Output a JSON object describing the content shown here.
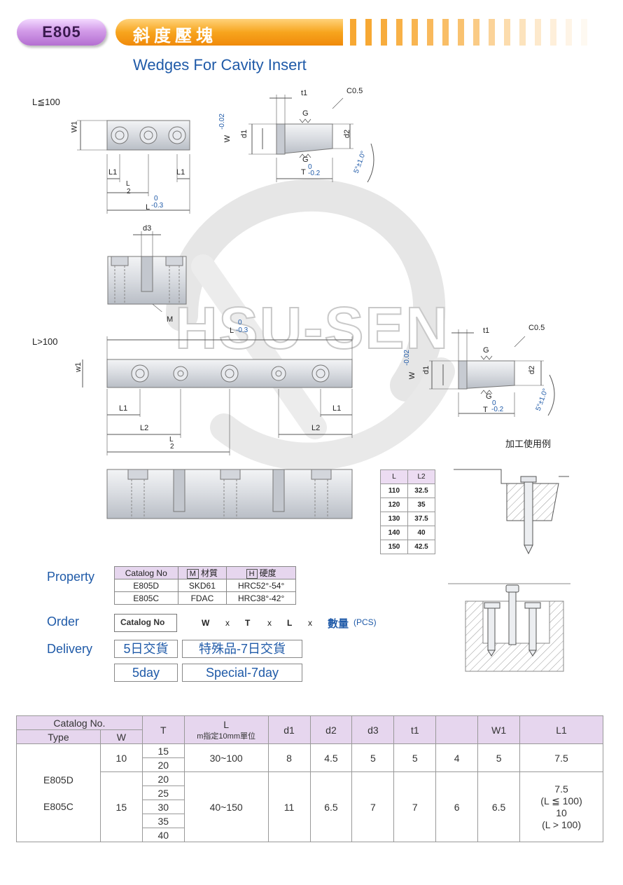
{
  "header": {
    "code": "E805",
    "title_zh": "斜度壓塊",
    "title_en": "Wedges For Cavity Insert"
  },
  "drawing": {
    "cond_short": "L≦100",
    "cond_long": "L>100",
    "labels": {
      "W1": "W1",
      "w1": "w1",
      "L1": "L1",
      "L_half": "L",
      "two": "2",
      "L": "L",
      "L_tol_top": "0",
      "L_tol_bot": "-0.3",
      "d3": "d3",
      "M": "M",
      "t1": "t1",
      "C05": "C0.5",
      "G": "G",
      "d1": "d1",
      "d2": "d2",
      "W": "W",
      "W_tol_top": "0",
      "W_tol_bot": "-0.02",
      "T": "T",
      "T_tol_top": "0",
      "T_tol_bot": "-0.2",
      "angle": "5°±1.0°",
      "L2": "L2"
    },
    "example_label": "加工使用例",
    "watermark": "HSU-SEN"
  },
  "l2_table": {
    "headers": [
      "L",
      "L2"
    ],
    "rows": [
      [
        "110",
        "32.5"
      ],
      [
        "120",
        "35"
      ],
      [
        "130",
        "37.5"
      ],
      [
        "140",
        "40"
      ],
      [
        "150",
        "42.5"
      ]
    ]
  },
  "property": {
    "section": "Property",
    "headers": {
      "catalog": "Catalog No",
      "mat_tag": "M",
      "mat": "材質",
      "hard_tag": "H",
      "hard": "硬度"
    },
    "rows": [
      {
        "catalog": "E805D",
        "material": "SKD61",
        "hardness": "HRC52°-54°"
      },
      {
        "catalog": "E805C",
        "material": "FDAC",
        "hardness": "HRC38°-42°"
      }
    ]
  },
  "order": {
    "section": "Order",
    "catalog_box": "Catalog No",
    "tokens": [
      "W",
      "x",
      "T",
      "x",
      "L",
      "x"
    ],
    "qty": "數量",
    "unit": "(PCS)"
  },
  "delivery": {
    "section": "Delivery",
    "std_zh": "5日交貨",
    "special_zh": "特殊品-7日交貨",
    "std_en": "5day",
    "special_en": "Special-7day"
  },
  "spec_table": {
    "h_catalog": "Catalog No.",
    "h_type": "Type",
    "h_W": "W",
    "h_T": "T",
    "h_L": "L",
    "h_L_sub": "m指定10mm單位",
    "h_d1": "d1",
    "h_d2": "d2",
    "h_d3": "d3",
    "h_t1": "t1",
    "h_blank": "",
    "h_W1": "W1",
    "h_L1": "L1",
    "type1": "E805D",
    "type2": "E805C",
    "g1": {
      "W": "10",
      "T": [
        "15",
        "20"
      ],
      "L": "30~100",
      "d1": "8",
      "d2": "4.5",
      "d3": "5",
      "t1": "5",
      "x": "4",
      "W1": "5",
      "L1": "7.5"
    },
    "g2": {
      "W": "15",
      "T": [
        "20",
        "25",
        "30",
        "35",
        "40"
      ],
      "L": "40~150",
      "d1": "11",
      "d2": "6.5",
      "d3": "7",
      "t1": "7",
      "x": "6",
      "W1": "6.5",
      "L1_a": "7.5",
      "L1_b": "(L ≦ 100)",
      "L1_c": "10",
      "L1_d": "(L > 100)"
    }
  }
}
